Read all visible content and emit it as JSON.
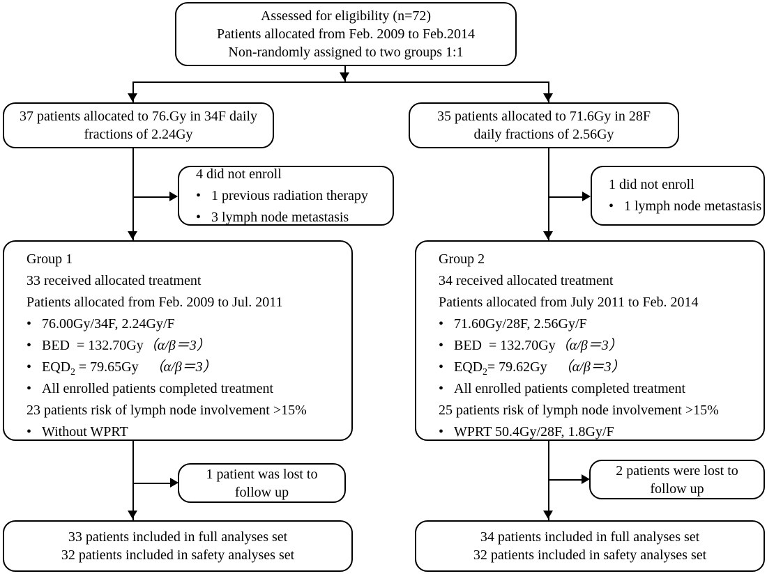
{
  "diagram": {
    "type": "consort-flow-diagram",
    "title": "Patient allocation flow diagram",
    "colors": {
      "stroke": "#000000",
      "background": "#ffffff",
      "text": "#000000"
    }
  },
  "nodes": {
    "enrollment": {
      "lines": [
        "Assessed for eligibility (n=72)",
        "Patients allocated from Feb. 2009 to Feb.2014",
        "Non-randomly assigned to two groups 1:1"
      ]
    },
    "alloc_left": {
      "lines": [
        "37 patients allocated to 76.Gy in 34F daily",
        "fractions of 2.24Gy"
      ]
    },
    "alloc_right": {
      "lines": [
        "35 patients allocated to 71.6Gy in 28F",
        "daily fractions of 2.56Gy"
      ]
    },
    "exclude_left": {
      "heading": "4 did not enroll",
      "bullets": [
        "1 previous radiation therapy",
        "3 lymph node metastasis"
      ]
    },
    "exclude_right": {
      "heading": "1 did not enroll",
      "bullets": [
        "1 lymph node metastasis"
      ]
    },
    "group1": {
      "title": "Group 1",
      "received": "33 received allocated treatment",
      "period": "Patients allocated from Feb. 2009 to Jul. 2011",
      "dose": "76.00Gy/34F, 2.24Gy/F",
      "bed_label": "BED",
      "bed_value": "= 132.70Gy",
      "bed_note": "（α/β＝3）",
      "eqd_label": "EQD",
      "eqd_sub": "2",
      "eqd_value": "= 79.65Gy",
      "eqd_note": "（α/β＝3）",
      "completed": "All enrolled patients completed treatment",
      "risk": "23 patients risk of lymph node involvement >15%",
      "wprt": "Without WPRT"
    },
    "group2": {
      "title": "Group 2",
      "received": "34 received allocated treatment",
      "period": "Patients allocated from July 2011 to Feb. 2014",
      "dose": "71.60Gy/28F, 2.56Gy/F",
      "bed_label": "BED",
      "bed_value": "= 132.70Gy",
      "bed_note": "（α/β＝3）",
      "eqd_label": "EQD",
      "eqd_sub": "2",
      "eqd_value": "= 79.62Gy",
      "eqd_note": "（α/β＝3）",
      "completed": "All enrolled patients completed treatment",
      "risk": "25 patients risk of lymph node involvement >15%",
      "wprt": "WPRT 50.4Gy/28F, 1.8Gy/F"
    },
    "lost_left": {
      "lines": [
        "1 patient was lost to",
        "follow up"
      ]
    },
    "lost_right": {
      "lines": [
        "2 patients were lost to",
        "follow up"
      ]
    },
    "analysis_left": {
      "lines": [
        "33 patients included in full analyses  set",
        "32 patients included in safety analyses  set"
      ]
    },
    "analysis_right": {
      "lines": [
        "34 patients included in full analyses set",
        "32 patients included in safety analyses set"
      ]
    }
  },
  "bullet_glyph": "•"
}
